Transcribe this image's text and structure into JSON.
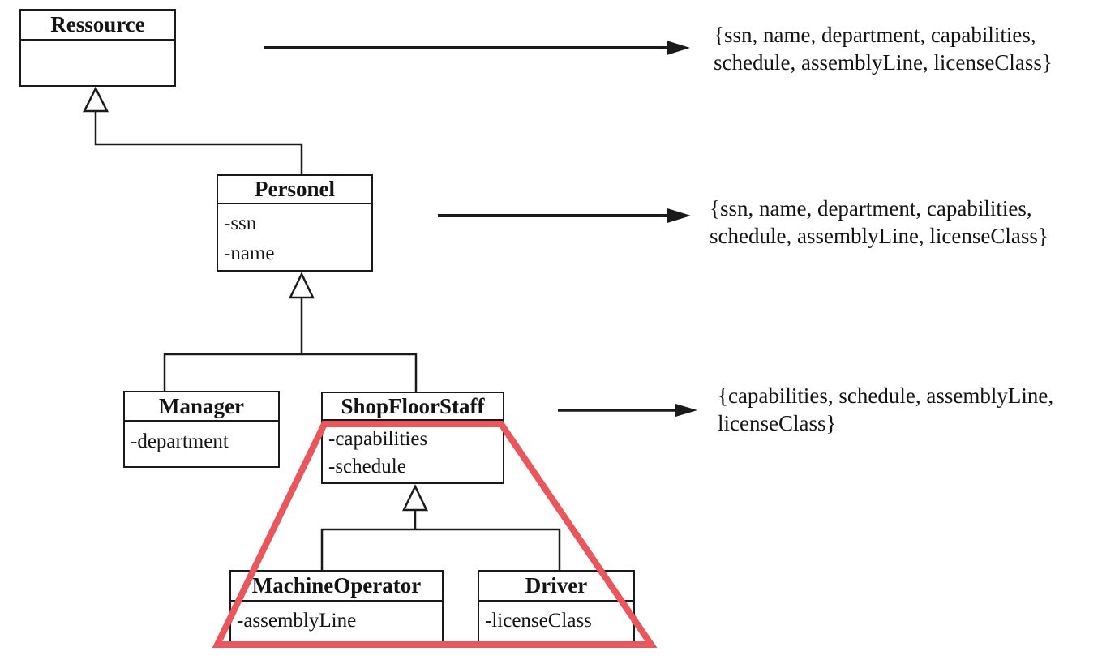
{
  "colors": {
    "highlight": "#e9565c",
    "line": "#1a1a1a",
    "box_fill": "#ffffff",
    "background": "#ffffff"
  },
  "classes": [
    {
      "name": "Ressource",
      "attributes": []
    },
    {
      "name": "Personel",
      "attributes": [
        "-ssn",
        "-name"
      ]
    },
    {
      "name": "Manager",
      "attributes": [
        "-department"
      ]
    },
    {
      "name": "ShopFloorStaff",
      "attributes": [
        "-capabilities",
        "-schedule"
      ]
    },
    {
      "name": "MachineOperator",
      "attributes": [
        "-assemblyLine"
      ]
    },
    {
      "name": "Driver",
      "attributes": [
        "-licenseClass"
      ]
    }
  ],
  "inheritance": [
    {
      "child": "Personel",
      "parent": "Ressource"
    },
    {
      "child": "Manager",
      "parent": "Personel"
    },
    {
      "child": "ShopFloorStaff",
      "parent": "Personel"
    },
    {
      "child": "MachineOperator",
      "parent": "ShopFloorStaff"
    },
    {
      "child": "Driver",
      "parent": "ShopFloorStaff"
    }
  ],
  "annotations": [
    {
      "source_class": "Ressource",
      "lines": [
        "{ssn, name, department, capabilities,",
        "schedule, assemblyLine, licenseClass}"
      ]
    },
    {
      "source_class": "Personel",
      "lines": [
        "{ssn, name, department, capabilities,",
        "schedule, assemblyLine, licenseClass}"
      ]
    },
    {
      "source_class": "ShopFloorStaff",
      "lines": [
        "{capabilities, schedule, assemblyLine,",
        "licenseClass}"
      ]
    }
  ]
}
